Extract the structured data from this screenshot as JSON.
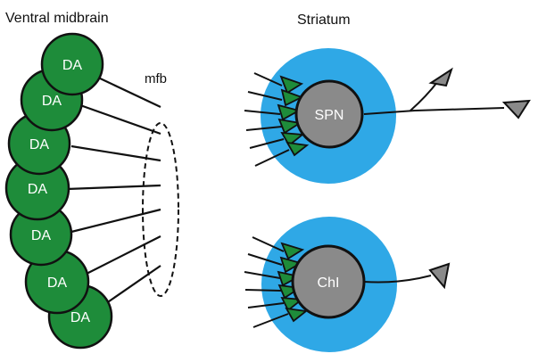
{
  "labels": {
    "ventral_midbrain": "Ventral midbrain",
    "striatum": "Striatum",
    "mfb": "mfb"
  },
  "da_neurons": [
    "DA",
    "DA",
    "DA",
    "DA",
    "DA",
    "DA",
    "DA"
  ],
  "striatal_cells": {
    "spn": "SPN",
    "chi": "ChI"
  },
  "colors": {
    "da_fill": "#1e8c3a",
    "synapse_fill": "#1e8c3a",
    "field_blue": "#2fa8e6",
    "soma_gray": "#8a8a8a",
    "terminal_gray": "#8a8a8a",
    "outline": "#111111"
  }
}
